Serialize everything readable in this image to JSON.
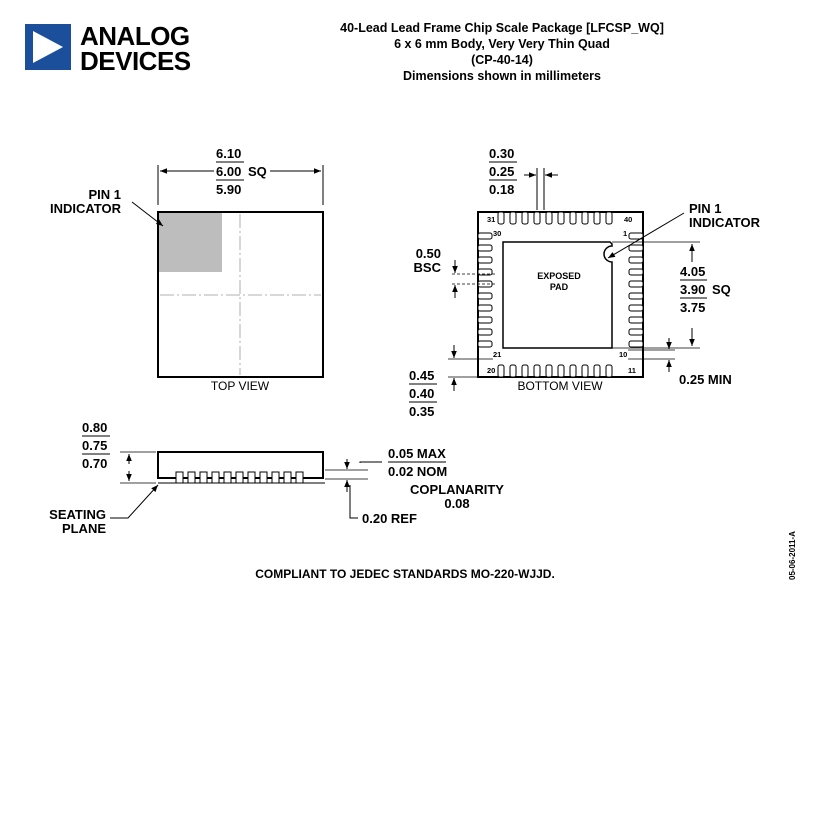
{
  "brand": {
    "line1": "ANALOG",
    "line2": "DEVICES",
    "color": "#1b4f9c"
  },
  "header": {
    "line1": "40-Lead Lead Frame Chip Scale Package [LFCSP_WQ]",
    "line2": "6 x 6 mm Body, Very Very Thin Quad",
    "line3": "(CP-40-14)",
    "line4": "Dimensions shown in millimeters"
  },
  "top_view": {
    "caption": "TOP VIEW",
    "pin1_label_1": "PIN 1",
    "pin1_label_2": "INDICATOR",
    "dim_max": "6.10",
    "dim_nom": "6.00",
    "dim_suffix": "SQ",
    "dim_min": "5.90",
    "indicator_color": "#bdbdbd"
  },
  "bottom_view": {
    "caption": "BOTTOM VIEW",
    "pin1_label_1": "PIN 1",
    "pin1_label_2": "INDICATOR",
    "pad_label_1": "EXPOSED",
    "pad_label_2": "PAD",
    "pin_31": "31",
    "pin_40": "40",
    "pin_30": "30",
    "pin_1": "1",
    "pin_21": "21",
    "pin_10": "10",
    "pin_20": "20",
    "pin_11": "11",
    "lead_w_max": "0.30",
    "lead_w_nom": "0.25",
    "lead_w_min": "0.18",
    "pitch_val": "0.50",
    "pitch_suffix": "BSC",
    "pad_max": "4.05",
    "pad_nom": "3.90",
    "pad_suffix": "SQ",
    "pad_min": "3.75",
    "lead_l_max": "0.45",
    "lead_l_nom": "0.40",
    "lead_l_min": "0.35",
    "edge_min": "0.25 MIN"
  },
  "side_view": {
    "h_max": "0.80",
    "h_nom": "0.75",
    "h_min": "0.70",
    "standoff_max": "0.05 MAX",
    "standoff_nom": "0.02 NOM",
    "coplanarity_label": "COPLANARITY",
    "coplanarity_val": "0.08",
    "ref_val": "0.20 REF",
    "seating_1": "SEATING",
    "seating_2": "PLANE"
  },
  "footer": {
    "compliance": "COMPLIANT TO JEDEC STANDARDS MO-220-WJJD.",
    "revision": "05-06-2011-A"
  }
}
